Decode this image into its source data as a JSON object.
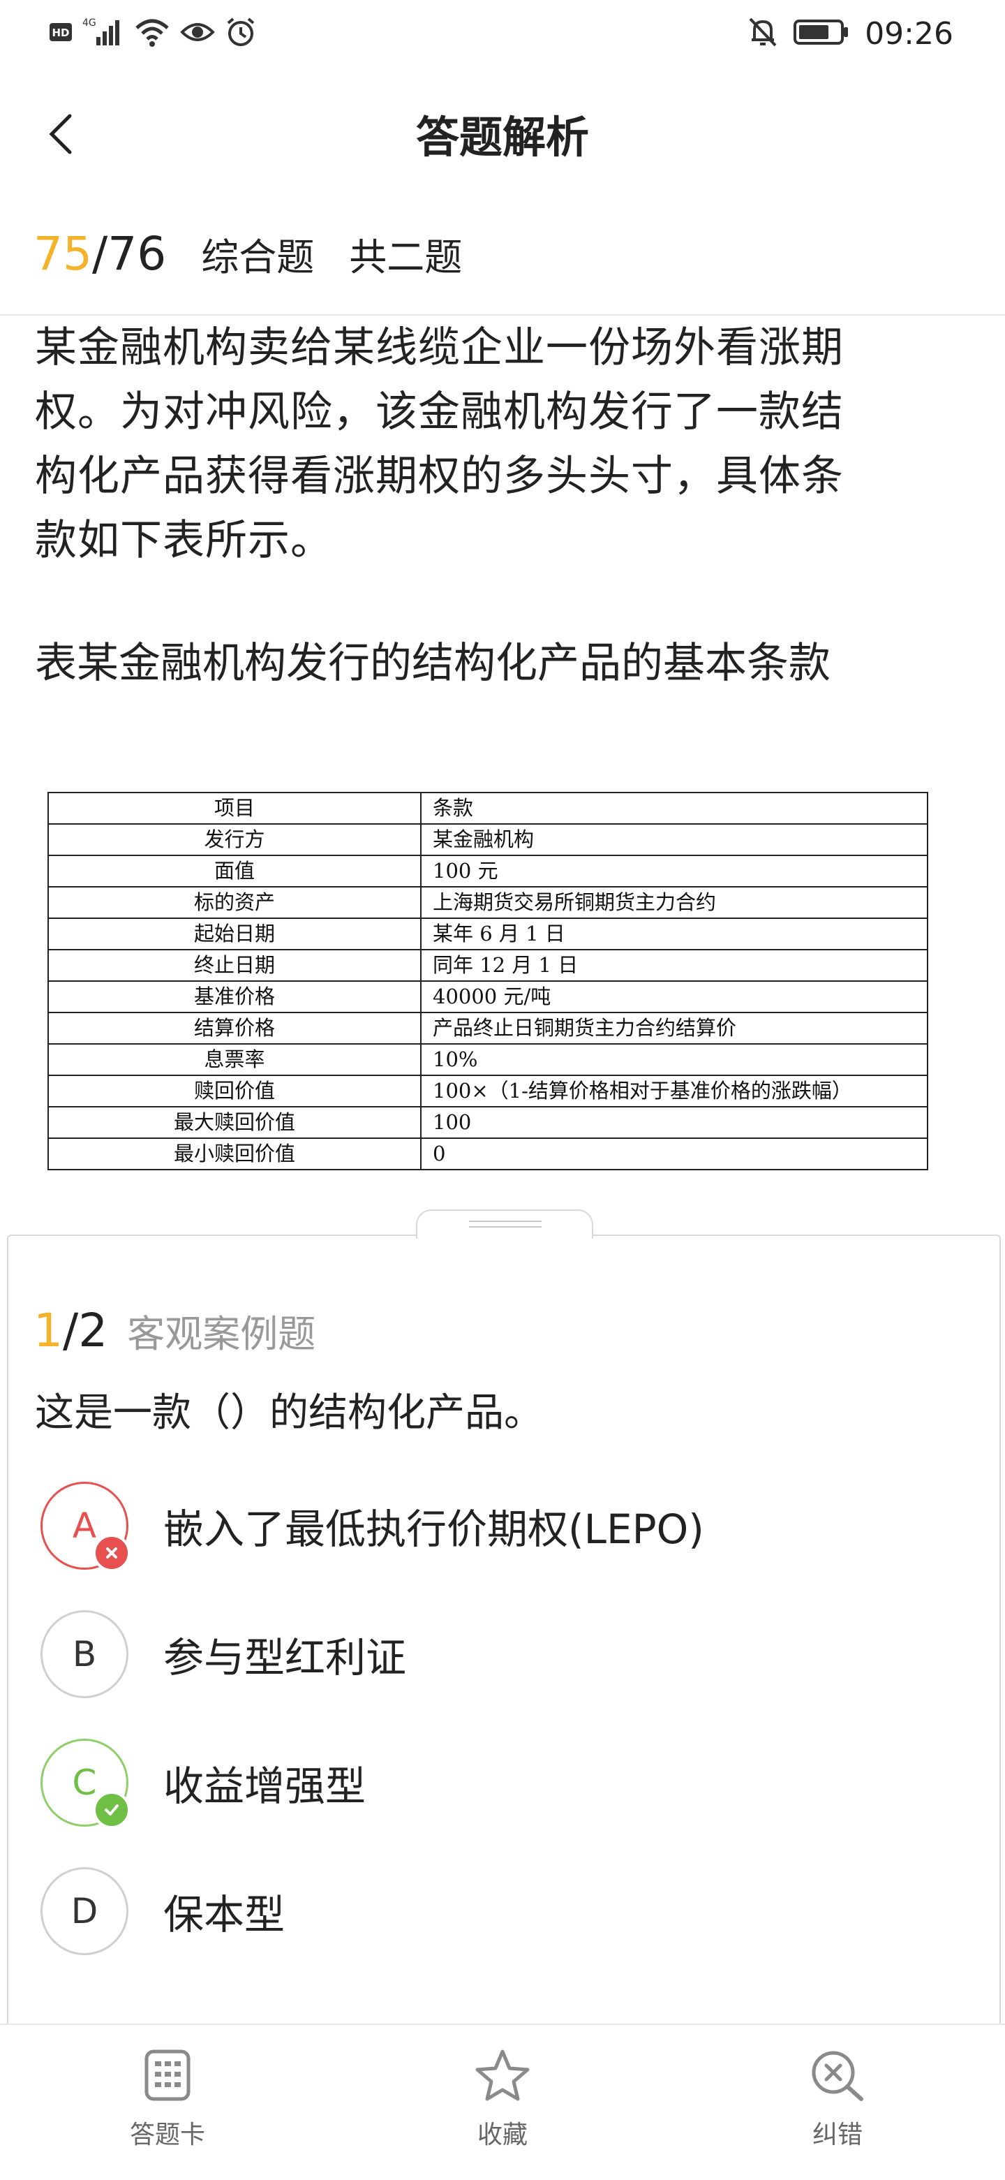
{
  "status_bar": {
    "left_indicators": [
      "HD",
      "4G"
    ],
    "time": "09:26",
    "icons": [
      "hd-icon",
      "signal-icon",
      "wifi-icon",
      "eye-icon",
      "alarm-icon",
      "mute-bell-icon",
      "battery-icon"
    ]
  },
  "nav": {
    "title": "答题解析",
    "back_icon": "chevron-left-icon"
  },
  "question": {
    "current": "75",
    "total": "/76",
    "type": "综合题",
    "count": "共二题",
    "stem_lines": [
      "某金融机构卖给某线缆企业一份场外看涨期",
      "权。为对冲风险，该金融机构发行了一款结",
      "构化产品获得看涨期权的多头头寸，具体条",
      "款如下表所示。"
    ],
    "table_title": "表某金融机构发行的结构化产品的基本条款"
  },
  "terms_table": {
    "rows": [
      {
        "item": "项目",
        "term": "条款"
      },
      {
        "item": "发行方",
        "term": "某金融机构"
      },
      {
        "item": "面值",
        "term": "100 元"
      },
      {
        "item": "标的资产",
        "term": "上海期货交易所铜期货主力合约"
      },
      {
        "item": "起始日期",
        "term": "某年 6 月 1 日"
      },
      {
        "item": "终止日期",
        "term": "同年 12 月 1 日"
      },
      {
        "item": "基准价格",
        "term": "40000 元/吨"
      },
      {
        "item": "结算价格",
        "term": "产品终止日铜期货主力合约结算价"
      },
      {
        "item": "息票率",
        "term": "10%"
      },
      {
        "item": "赎回价值",
        "term": "100×（1-结算价格相对于基准价格的涨跌幅）"
      },
      {
        "item": "最大赎回价值",
        "term": "100"
      },
      {
        "item": "最小赎回价值",
        "term": "0"
      }
    ]
  },
  "sub_question": {
    "current": "1",
    "total": "/2",
    "type": "客观案例题",
    "text": "这是一款（）的结构化产品。",
    "options": [
      {
        "letter": "A",
        "text": "嵌入了最低执行价期权(LEPO)",
        "state": "wrong"
      },
      {
        "letter": "B",
        "text": "参与型红利证",
        "state": "normal"
      },
      {
        "letter": "C",
        "text": "收益增强型",
        "state": "correct"
      },
      {
        "letter": "D",
        "text": "保本型",
        "state": "normal"
      }
    ],
    "colors": {
      "accent": "#f5b32b",
      "wrong": "#e8504f",
      "correct": "#6fbf45"
    }
  },
  "tabbar": {
    "items": [
      {
        "label": "答题卡",
        "icon": "answer-sheet-icon"
      },
      {
        "label": "收藏",
        "icon": "star-icon"
      },
      {
        "label": "纠错",
        "icon": "error-report-icon"
      }
    ]
  }
}
